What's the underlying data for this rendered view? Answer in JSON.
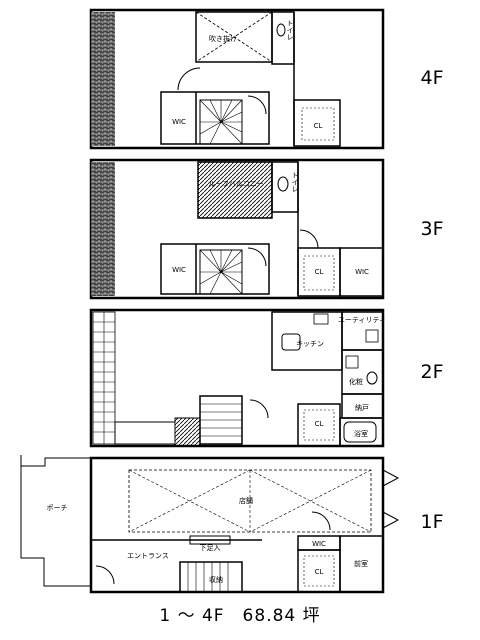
{
  "floors": [
    {
      "label": "4F",
      "rooms": {
        "void": "吹き抜け",
        "toilet": "トイレ",
        "wic": "WIC",
        "closet": "CL"
      }
    },
    {
      "label": "3F",
      "rooms": {
        "balcony": "ルーフバルコニー",
        "toilet": "トイレ",
        "wic_left": "WIC",
        "closet": "CL",
        "wic_right": "WIC"
      }
    },
    {
      "label": "2F",
      "rooms": {
        "kitchen": "キッチン",
        "utility": "ユーティリティ",
        "powder": "化粧",
        "bath": "浴室",
        "storage": "納戸",
        "closet": "CL"
      }
    },
    {
      "label": "1F",
      "rooms": {
        "porch": "ポーチ",
        "studio": "店舗",
        "entrance": "エントランス",
        "shoe": "下足入",
        "storage": "収納",
        "closet": "CL",
        "front": "前室",
        "wic": "WIC"
      }
    }
  ],
  "caption": "1 ～ 4F　68.84 坪"
}
